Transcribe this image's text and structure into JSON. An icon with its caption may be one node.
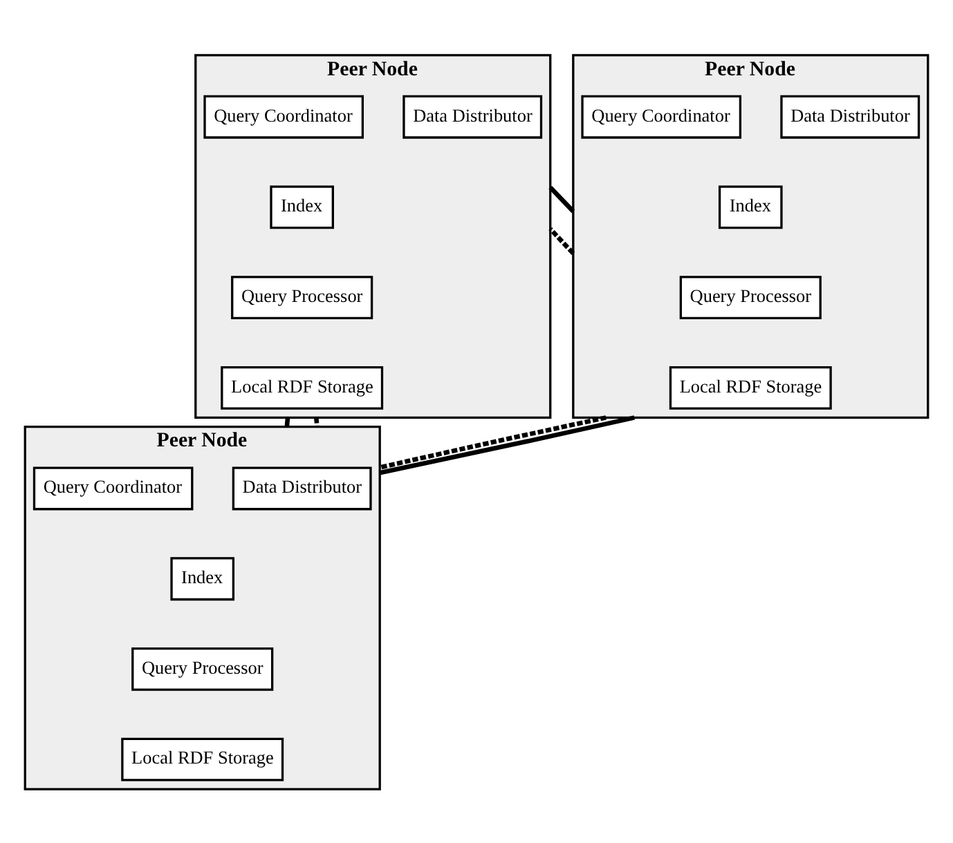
{
  "diagram": {
    "nodes": [
      {
        "text": [
          "Peer Node"
        ]
      },
      {
        "text": [
          "Data Distributor"
        ],
        "in": 0
      },
      {
        "text": [
          "Query Coordinator"
        ],
        "in": 0
      },
      {
        "text": [
          "Index"
        ],
        "in": 0
      },
      {
        "text": [
          "Query Processor"
        ],
        "in": 0
      },
      {
        "text": [
          "Local RDF Storage"
        ],
        "in": 0
      },
      {
        "text": [
          "Peer Node"
        ]
      },
      {
        "text": [
          "Data Distributor"
        ],
        "in": 6
      },
      {
        "text": [
          "Query Coordinator"
        ],
        "in": 6
      },
      {
        "text": [
          "Index"
        ],
        "in": 6
      },
      {
        "text": [
          "Query Processor"
        ],
        "in": 6
      },
      {
        "text": [
          "Local RDF Storage"
        ],
        "in": 6
      },
      {
        "text": [
          "Peer Node"
        ]
      },
      {
        "text": [
          "Data Distributor"
        ],
        "in": 12
      },
      {
        "text": [
          "Query Coordinator"
        ],
        "in": 12
      },
      {
        "text": [
          "Index"
        ],
        "in": 12
      },
      {
        "text": [
          "Query Processor"
        ],
        "in": 12
      },
      {
        "text": [
          "Local RDF Storage"
        ],
        "in": 12
      }
    ],
    "edges": [
      {
        "from": 6,
        "to": 0,
        "arrow": "none",
        "style": "dashed"
      },
      {
        "from": 6,
        "to": 0,
        "arrow": "none"
      },
      {
        "from": 0,
        "to": 12,
        "arrow": "none"
      },
      {
        "from": 0,
        "to": 12,
        "arrow": "none",
        "style": "dashed"
      },
      {
        "from": 6,
        "to": 12,
        "arrow": "none",
        "style": "dashed"
      },
      {
        "from": 6,
        "to": 12,
        "arrow": "none"
      }
    ]
  }
}
